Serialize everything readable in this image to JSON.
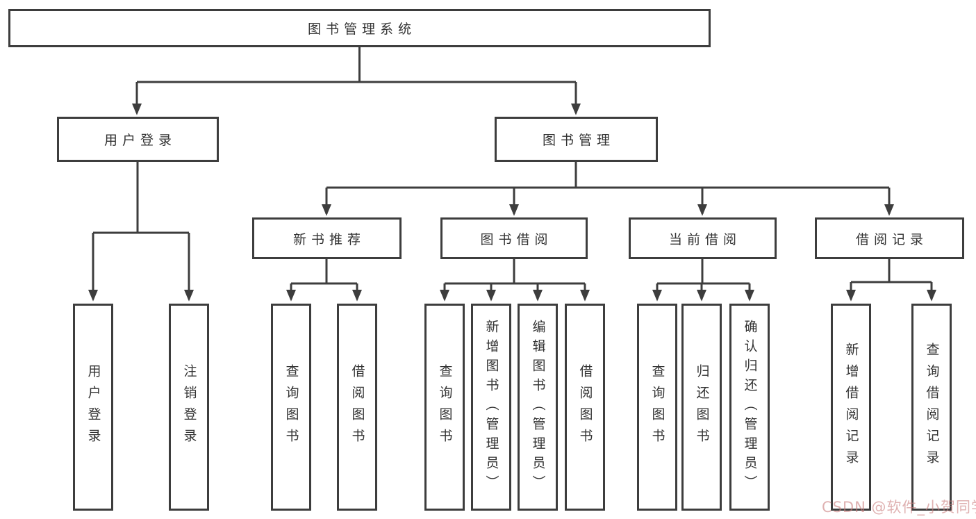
{
  "colors": {
    "background": "#ffffff",
    "line": "#3d3d3d",
    "box_border": "#3d3d3d",
    "text": "#333333",
    "watermark": "#c97d7d"
  },
  "tree": {
    "root": "图书管理系统",
    "branches": [
      {
        "label": "用户登录",
        "children": [
          "用户登录",
          "注销登录"
        ]
      },
      {
        "label": "图书管理",
        "children": [
          {
            "label": "新书推荐",
            "children": [
              "查询图书",
              "借阅图书"
            ]
          },
          {
            "label": "图书借阅",
            "children": [
              "查询图书",
              "新增图书（管理员）",
              "编辑图书（管理员）",
              "借阅图书"
            ]
          },
          {
            "label": "当前借阅",
            "children": [
              "查询图书",
              "归还图书",
              "确认归还（管理员）"
            ]
          },
          {
            "label": "借阅记录",
            "children": [
              "新增借阅记录",
              "查询借阅记录"
            ]
          }
        ]
      }
    ]
  },
  "watermark": {
    "text": "CSDN @软件_小贺同学"
  }
}
